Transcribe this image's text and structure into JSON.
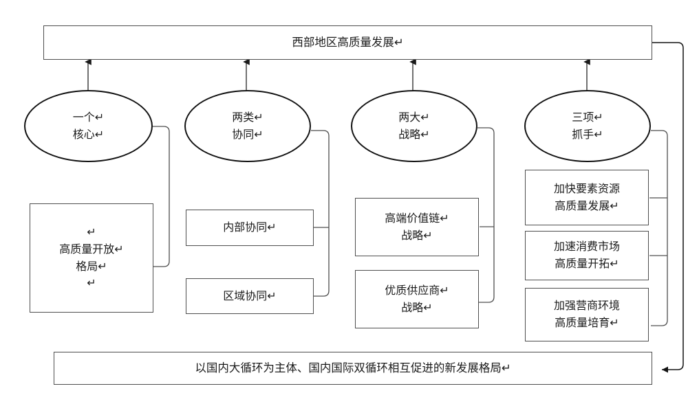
{
  "diagram": {
    "title_banner": {
      "text": "西部地区高质量发展↵"
    },
    "bottom_banner": {
      "text": "以国内大循环为主体、国内国际双循环相互促进的新发展格局↵"
    },
    "pillars": [
      {
        "ellipse_label": "一个↵\n核心↵",
        "items": [
          {
            "text": "↵\n高质量开放↵\n格局↵\n↵"
          }
        ]
      },
      {
        "ellipse_label": "两类↵\n协同↵",
        "items": [
          {
            "text": "内部协同↵"
          },
          {
            "text": "区域协同↵"
          }
        ]
      },
      {
        "ellipse_label": "两大↵\n战略↵",
        "items": [
          {
            "text": "高端价值链↵\n战略↵"
          },
          {
            "text": "优质供应商↵\n战略↵"
          }
        ]
      },
      {
        "ellipse_label": "三项↵\n抓手↵",
        "items": [
          {
            "text": "加快要素资源\n高质量发展↵"
          },
          {
            "text": "加速消费市场\n高质量开拓↵"
          },
          {
            "text": "加强营商环境\n高质量培育↵"
          }
        ]
      }
    ],
    "colors": {
      "stroke": "#4d4d4d",
      "ellipse_stroke": "#111111",
      "text": "#1a1a1a",
      "background": "#ffffff"
    }
  }
}
